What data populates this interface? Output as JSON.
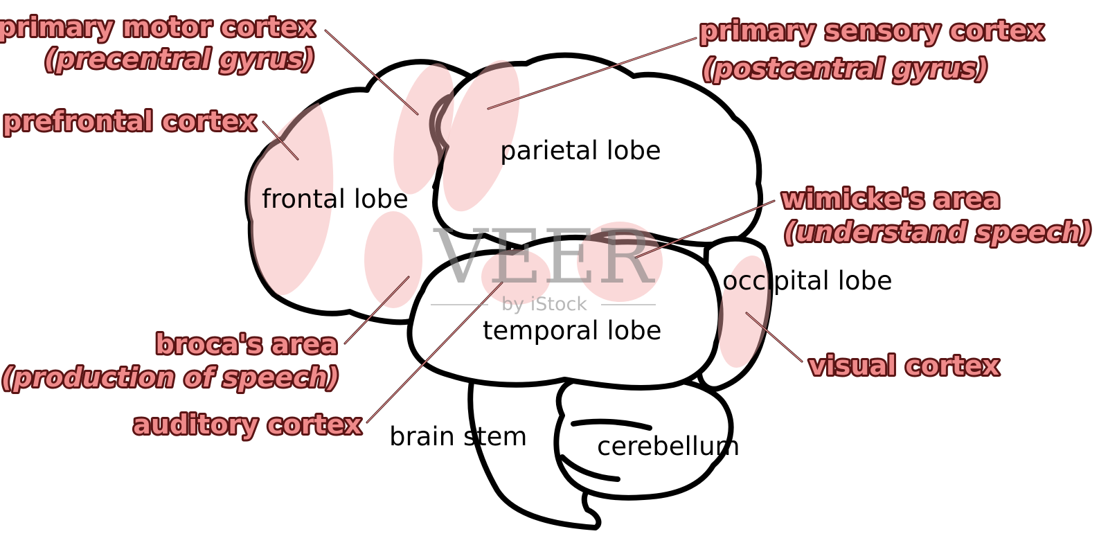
{
  "colors": {
    "highlight": "#f5aaaa",
    "label_fill": "#ef8a8a",
    "label_outline": "#5a1414",
    "outline": "#000000",
    "lobe_text": "#000000",
    "watermark": "#7a7a7a"
  },
  "lobes": {
    "frontal": "frontal lobe",
    "parietal": "parietal lobe",
    "occipital": "occipital lobe",
    "temporal": "temporal lobe",
    "brain_stem": "brain stem",
    "cerebellum": "cerebellum"
  },
  "areas": {
    "primary_motor": {
      "line1": "primary motor cortex",
      "line2": "(precentral gyrus)"
    },
    "primary_sensory": {
      "line1": "primary sensory cortex",
      "line2": "(postcentral gyrus)"
    },
    "prefrontal": {
      "line1": "prefrontal cortex"
    },
    "wernicke": {
      "line1": "wimicke's area",
      "line2": "(understand speech)"
    },
    "broca": {
      "line1": "broca's area",
      "line2": "(production of speech)"
    },
    "auditory": {
      "line1": "auditory cortex"
    },
    "visual": {
      "line1": "visual cortex"
    }
  },
  "watermark": {
    "main": "VEER",
    "sub": "by iStock"
  }
}
